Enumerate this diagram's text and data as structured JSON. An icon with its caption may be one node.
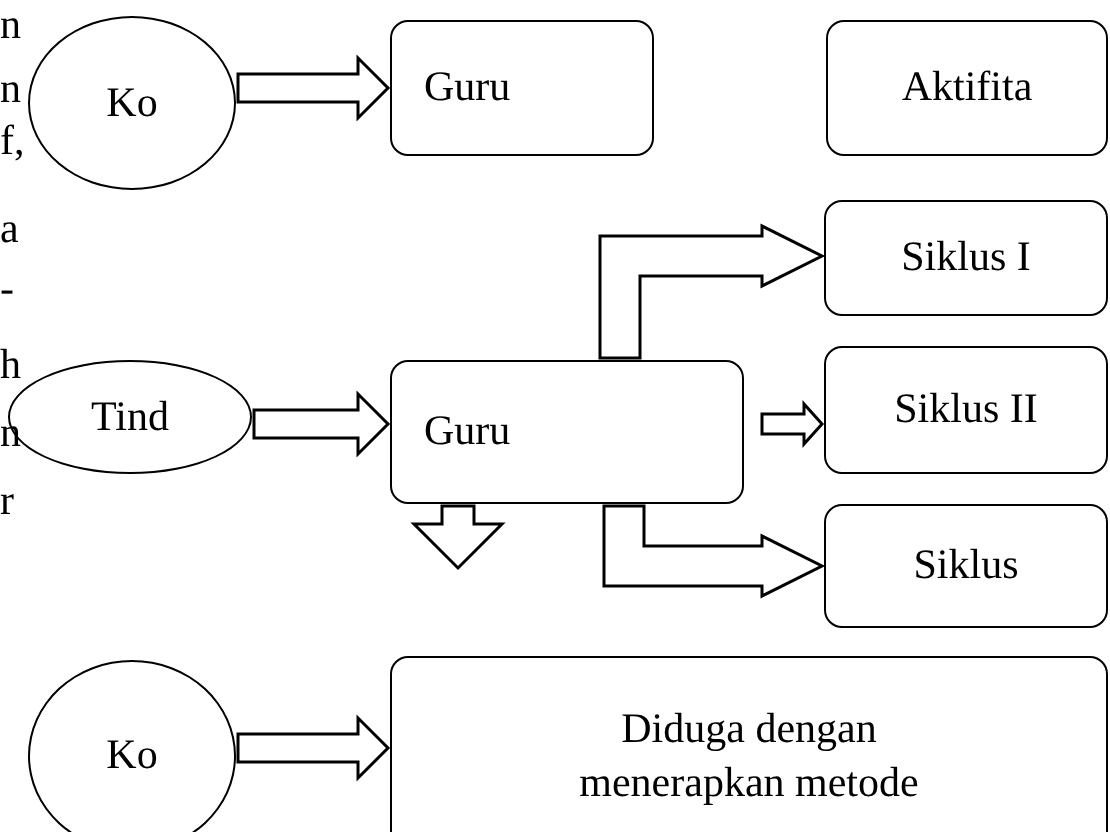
{
  "diagram": {
    "nodes": [
      {
        "text": [
          "Ko"
        ]
      },
      {
        "text": [
          "Guru"
        ]
      },
      {
        "text": [
          "Aktifita"
        ]
      },
      {
        "text": [
          "Siklus I"
        ]
      },
      {
        "text": [
          "Tind"
        ]
      },
      {
        "text": [
          "Guru"
        ]
      },
      {
        "text": [
          "Siklus II"
        ]
      },
      {
        "text": [
          "Siklus"
        ]
      },
      {
        "text": [
          "Ko"
        ]
      },
      {
        "text": [
          "Diduga dengan menerapkan metode"
        ]
      }
    ],
    "edges": [
      {
        "from": 0,
        "to": 1,
        "arrow": "to"
      },
      {
        "from": 4,
        "to": 5,
        "arrow": "to"
      },
      {
        "from": 5,
        "to": 3,
        "arrow": "to"
      },
      {
        "from": 5,
        "to": 6,
        "arrow": "to"
      },
      {
        "from": 5,
        "to": 7,
        "arrow": "to"
      },
      {
        "from": 5,
        "to": null,
        "arrow": "to"
      },
      {
        "from": 8,
        "to": 9,
        "arrow": "to"
      }
    ],
    "labels": [
      "n",
      "n",
      "f,",
      "a",
      "-",
      "h",
      "n",
      "r"
    ]
  }
}
